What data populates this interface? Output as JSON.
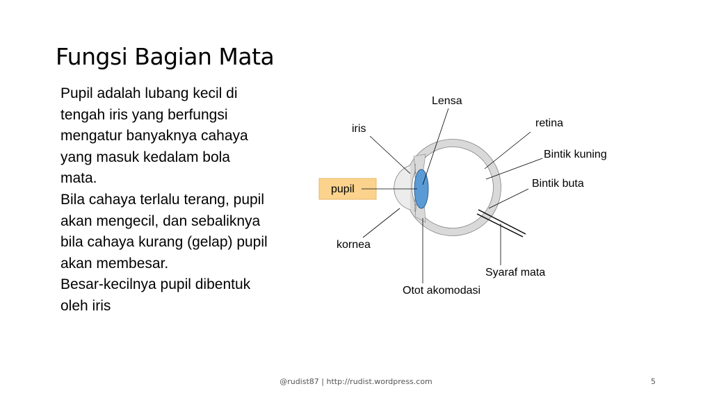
{
  "slide": {
    "title": "Fungsi Bagian Mata",
    "paragraphs": [
      "Pupil adalah lubang kecil di tengah iris yang berfungsi mengatur banyaknya cahaya yang masuk kedalam bola mata.",
      "Bila cahaya terlalu terang, pupil akan mengecil, dan sebaliknya bila cahaya kurang (gelap) pupil akan membesar.",
      "Besar-kecilnya pupil dibentuk oleh iris"
    ],
    "footer": "@rudist87 | http://rudist.wordpress.com",
    "page_number": "5"
  },
  "diagram": {
    "labels": {
      "lensa": "Lensa",
      "iris": "iris",
      "retina": "retina",
      "bintik_kuning": "Bintik kuning",
      "pupil": "pupil",
      "bintik_buta": "Bintik buta",
      "kornea": "kornea",
      "syaraf_mata": "Syaraf mata",
      "otot_akomodasi": "Otot akomodasi"
    },
    "colors": {
      "lens": "#5b9bd5",
      "eye_wall": "#d9d9d9",
      "pupil_highlight": "#fbd38d",
      "leader_lines": "#000000"
    }
  }
}
